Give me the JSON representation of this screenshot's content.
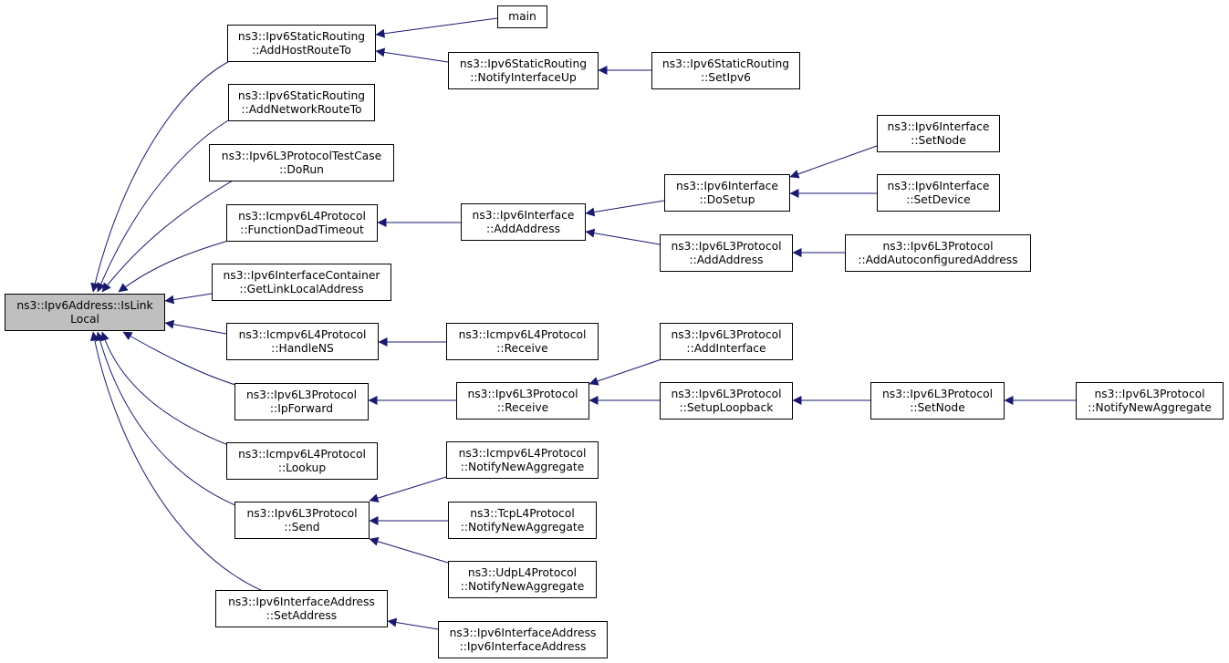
{
  "colors": {
    "edge": "#191970",
    "root_fill": "#bfbfbf",
    "node_fill": "#ffffff",
    "node_border": "#000000"
  },
  "nodes": {
    "root": {
      "line1": "ns3::Ipv6Address::IsLink",
      "line2": "Local"
    },
    "n_addhostroute": {
      "line1": "ns3::Ipv6StaticRouting",
      "line2": "::AddHostRouteTo"
    },
    "n_main": {
      "line1": "main",
      "line2": ""
    },
    "n_notifyifup": {
      "line1": "ns3::Ipv6StaticRouting",
      "line2": "::NotifyInterfaceUp"
    },
    "n_setipv6": {
      "line1": "ns3::Ipv6StaticRouting",
      "line2": "::SetIpv6"
    },
    "n_addnetroute": {
      "line1": "ns3::Ipv6StaticRouting",
      "line2": "::AddNetworkRouteTo"
    },
    "n_testrun": {
      "line1": "ns3::Ipv6L3ProtocolTestCase",
      "line2": "::DoRun"
    },
    "n_setnode_if": {
      "line1": "ns3::Ipv6Interface",
      "line2": "::SetNode"
    },
    "n_funcdad": {
      "line1": "ns3::Icmpv6L4Protocol",
      "line2": "::FunctionDadTimeout"
    },
    "n_if_addaddr": {
      "line1": "ns3::Ipv6Interface",
      "line2": "::AddAddress"
    },
    "n_dosetup": {
      "line1": "ns3::Ipv6Interface",
      "line2": "::DoSetup"
    },
    "n_setdevice": {
      "line1": "ns3::Ipv6Interface",
      "line2": "::SetDevice"
    },
    "n_l3_addaddr": {
      "line1": "ns3::Ipv6L3Protocol",
      "line2": "::AddAddress"
    },
    "n_autoconf": {
      "line1": "ns3::Ipv6L3Protocol",
      "line2": "::AddAutoconfiguredAddress"
    },
    "n_getlinklocal": {
      "line1": "ns3::Ipv6InterfaceContainer",
      "line2": "::GetLinkLocalAddress"
    },
    "n_handlens": {
      "line1": "ns3::Icmpv6L4Protocol",
      "line2": "::HandleNS"
    },
    "n_icmp_receive": {
      "line1": "ns3::Icmpv6L4Protocol",
      "line2": "::Receive"
    },
    "n_addinterface": {
      "line1": "ns3::Ipv6L3Protocol",
      "line2": "::AddInterface"
    },
    "n_ipforward": {
      "line1": "ns3::Ipv6L3Protocol",
      "line2": "::IpForward"
    },
    "n_l3_receive": {
      "line1": "ns3::Ipv6L3Protocol",
      "line2": "::Receive"
    },
    "n_setuploop": {
      "line1": "ns3::Ipv6L3Protocol",
      "line2": "::SetupLoopback"
    },
    "n_l3_setnode": {
      "line1": "ns3::Ipv6L3Protocol",
      "line2": "::SetNode"
    },
    "n_l3_notifyagg": {
      "line1": "ns3::Ipv6L3Protocol",
      "line2": "::NotifyNewAggregate"
    },
    "n_lookup": {
      "line1": "ns3::Icmpv6L4Protocol",
      "line2": "::Lookup"
    },
    "n_icmp_notifyagg": {
      "line1": "ns3::Icmpv6L4Protocol",
      "line2": "::NotifyNewAggregate"
    },
    "n_send": {
      "line1": "ns3::Ipv6L3Protocol",
      "line2": "::Send"
    },
    "n_tcp_notifyagg": {
      "line1": "ns3::TcpL4Protocol",
      "line2": "::NotifyNewAggregate"
    },
    "n_udp_notifyagg": {
      "line1": "ns3::UdpL4Protocol",
      "line2": "::NotifyNewAggregate"
    },
    "n_ifaddr_setaddr": {
      "line1": "ns3::Ipv6InterfaceAddress",
      "line2": "::SetAddress"
    },
    "n_ifaddr_ctor": {
      "line1": "ns3::Ipv6InterfaceAddress",
      "line2": "::Ipv6InterfaceAddress"
    }
  }
}
